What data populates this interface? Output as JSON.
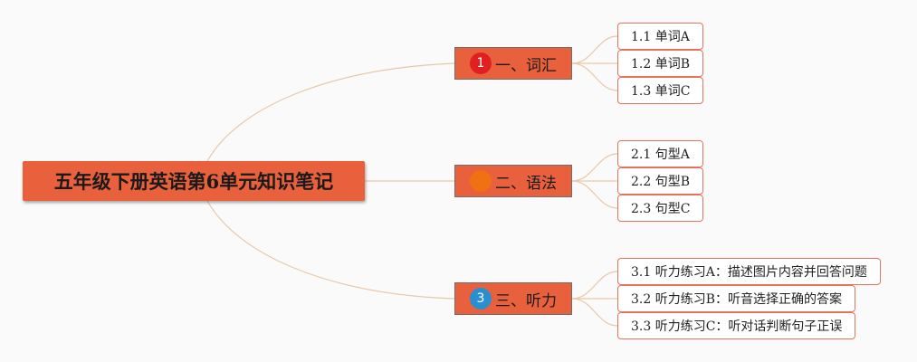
{
  "colors": {
    "accent": "#e8603c",
    "leaf_border": "#e8735a",
    "connector": "#e6c9a8",
    "background": "#fafafa"
  },
  "root": {
    "label": "五年级下册英语第6单元知识笔记"
  },
  "branches": [
    {
      "badge": "1",
      "badge_color": "#e02020",
      "label": "一、词汇",
      "leaves": [
        "1.1 单词A",
        "1.2 单词B",
        "1.3 单词C"
      ]
    },
    {
      "badge": "",
      "badge_color": "#f07014",
      "label": "二、语法",
      "leaves": [
        "2.1 句型A",
        "2.2 句型B",
        "2.3 句型C"
      ]
    },
    {
      "badge": "3",
      "badge_color": "#2a8fd0",
      "label": "三、听力",
      "leaves": [
        "3.1 听力练习A：描述图片内容并回答问题",
        "3.2 听力练习B：听音选择正确的答案",
        "3.3 听力练习C：听对话判断句子正误"
      ]
    }
  ]
}
